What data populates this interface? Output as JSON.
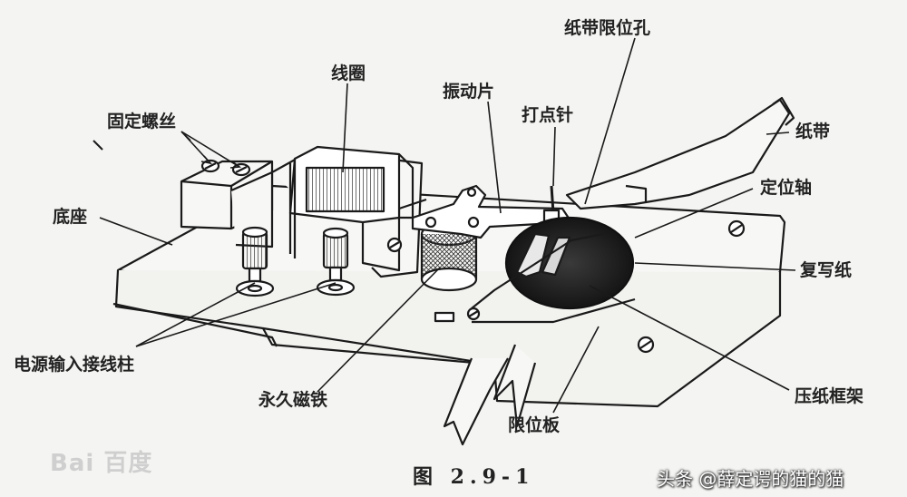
{
  "labels": {
    "guding_luosi": "固定螺丝",
    "xianquan": "线圈",
    "zhendong_pian": "振动片",
    "zhidai_xianwei_kong": "纸带限位孔",
    "dadian_zhen": "打点针",
    "zhidai": "纸带",
    "dingwei_zhou": "定位轴",
    "dizuo": "底座",
    "fuxie_zhi": "复写纸",
    "dianyuan_jiexian_zhu": "电源输入接线柱",
    "yongjiu_citie": "永久磁铁",
    "xianwei_ban": "限位板",
    "yazhi_kuangjia": "压纸框架"
  },
  "caption": "图 2.9-1",
  "watermarks": {
    "left": "Bai 百度",
    "right": "头条 @薛定谔的猫的猫"
  },
  "colors": {
    "line": "#1a1a1a",
    "background": "#f4f4f2",
    "carbon_paper": "#222222"
  }
}
